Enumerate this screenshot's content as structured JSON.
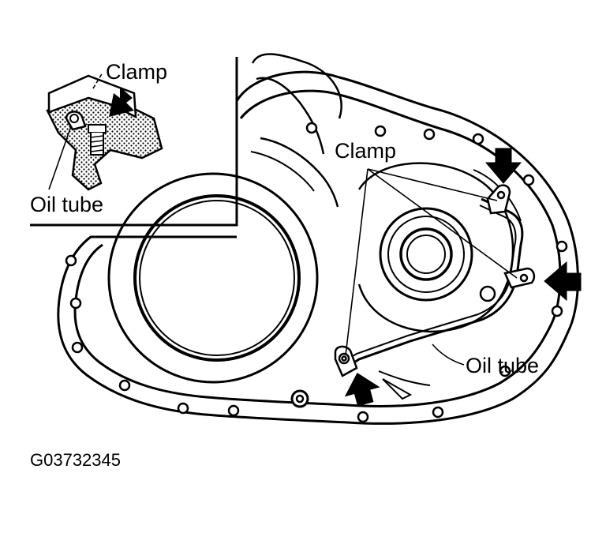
{
  "labels": {
    "inset_clamp": "Clamp",
    "inset_oil_tube": "Oil tube",
    "main_clamp": "Clamp",
    "main_oil_tube": "Oil tube",
    "figure_id": "G03732345"
  },
  "colors": {
    "ink": "#000000",
    "paper": "#ffffff"
  }
}
